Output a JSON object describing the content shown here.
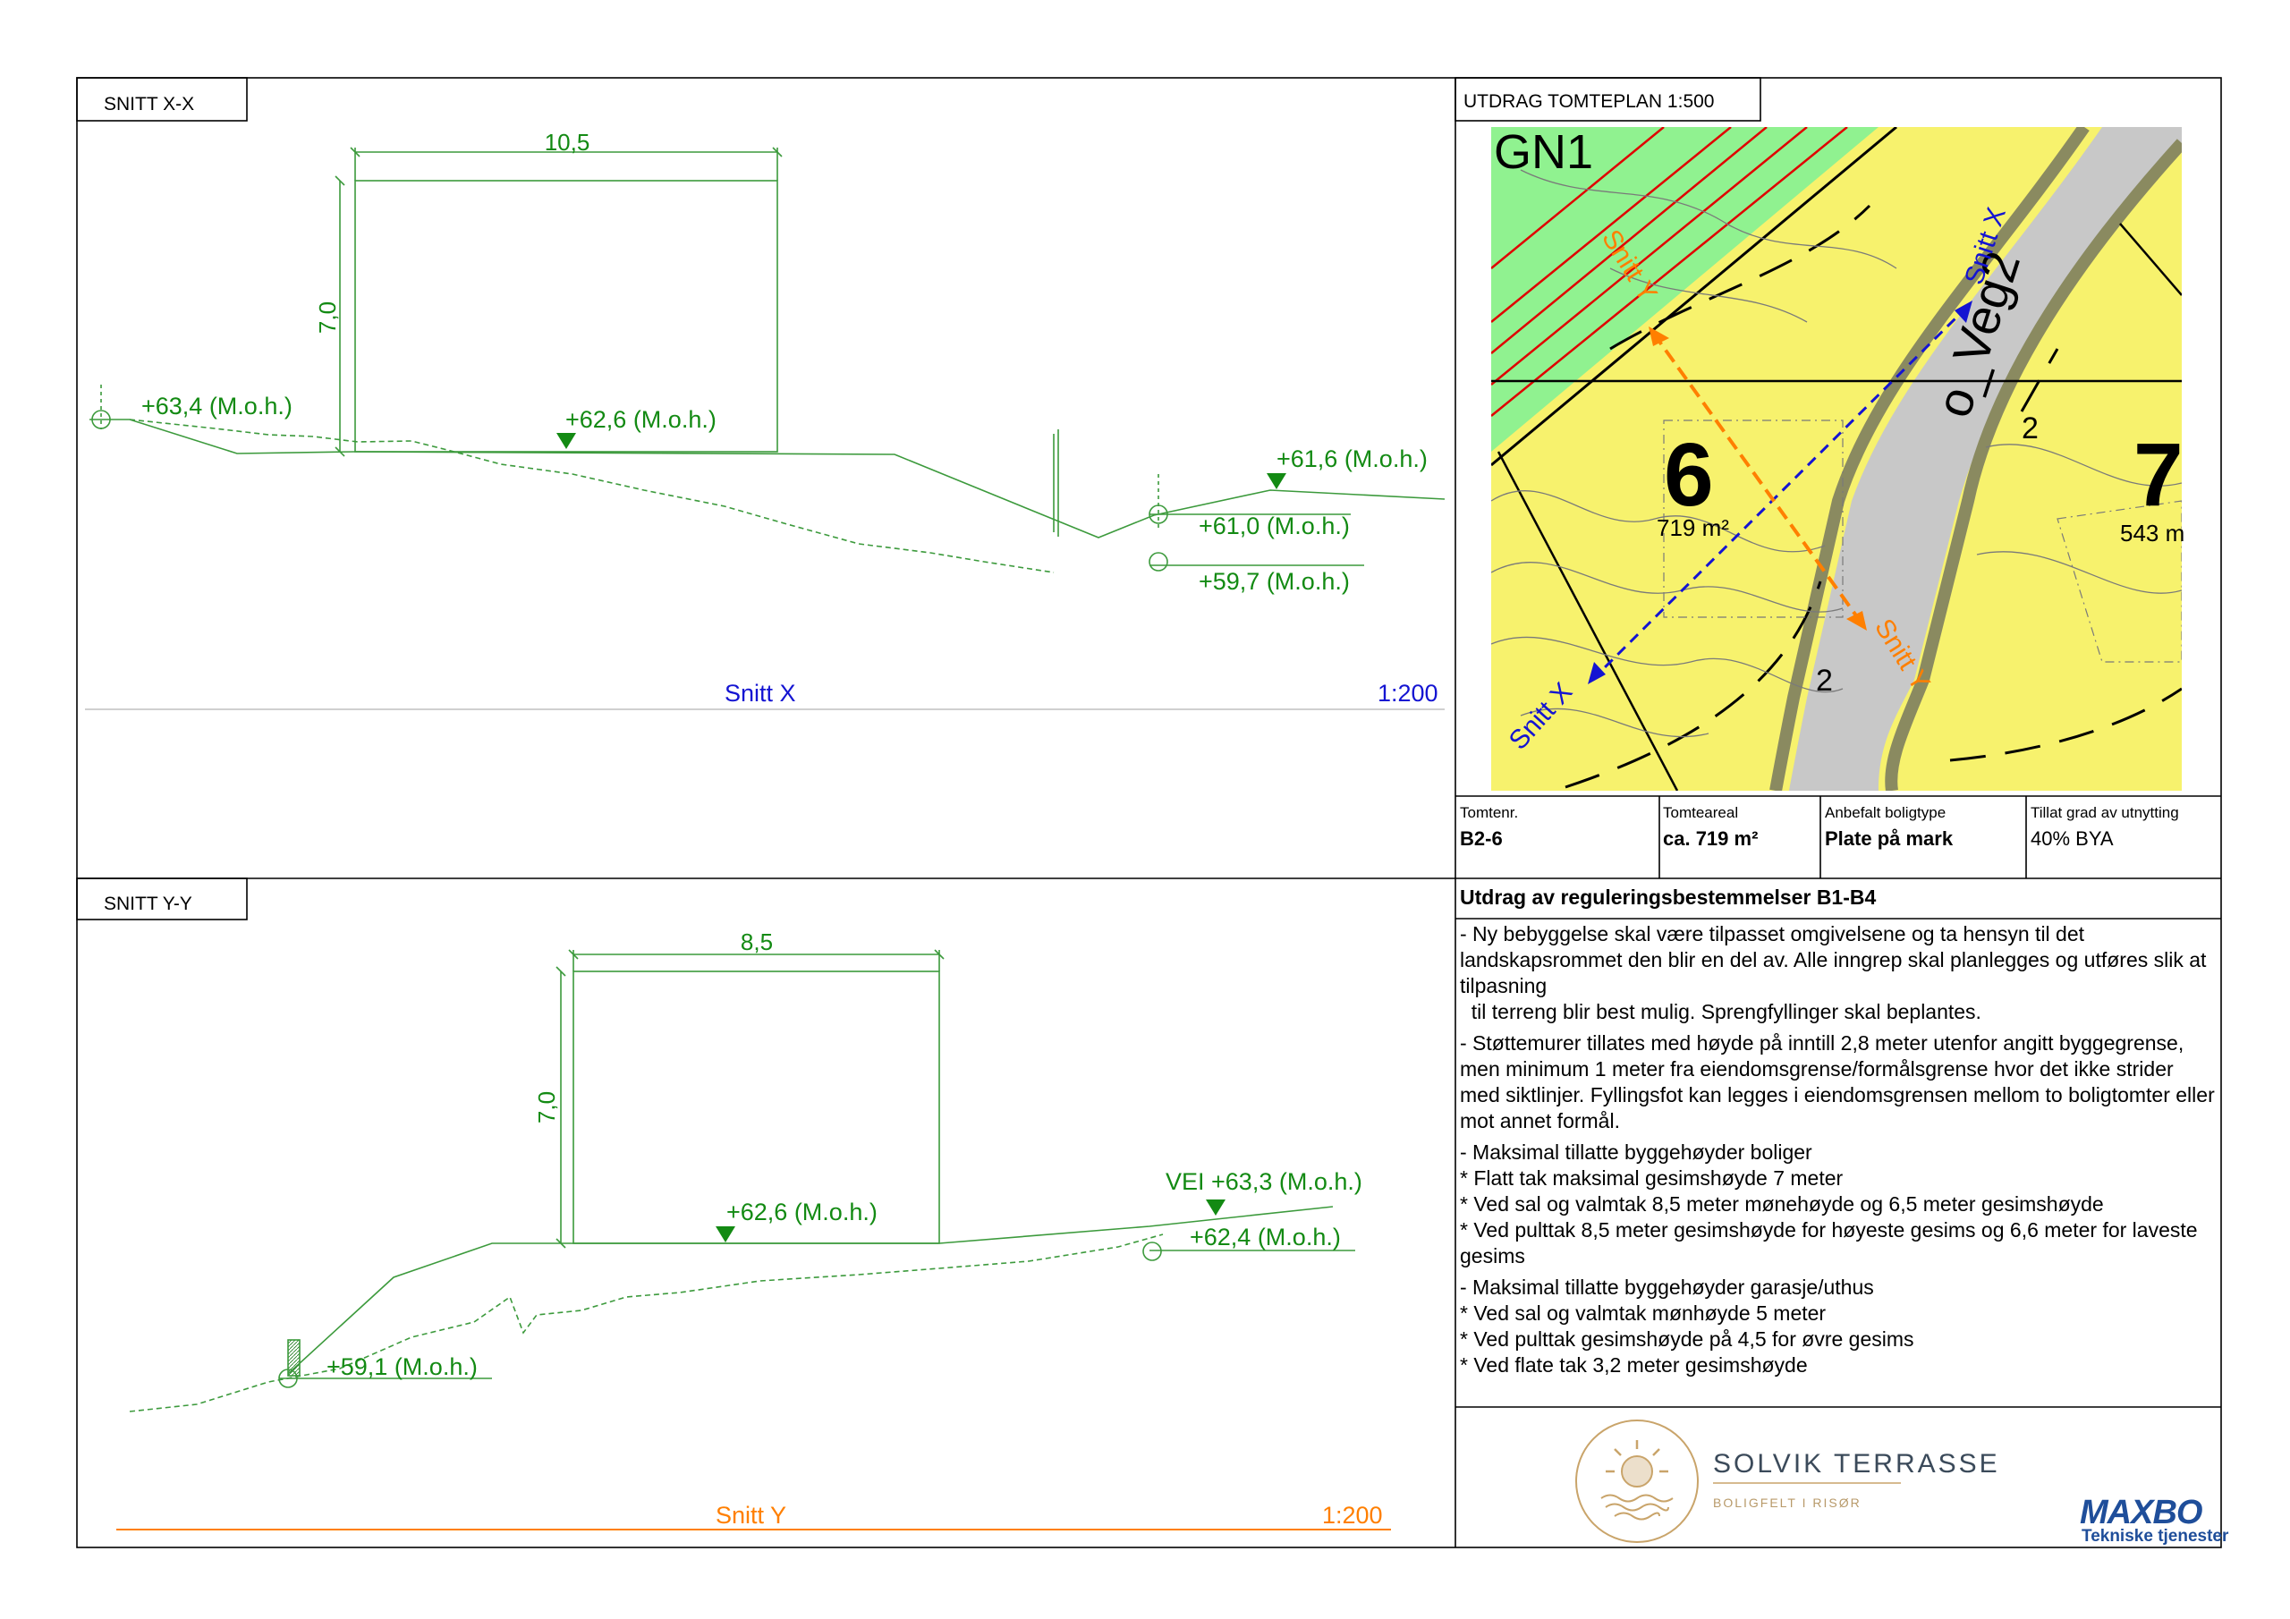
{
  "section_x": {
    "title": "SNITT X-X",
    "dim_width": "10,5",
    "dim_height": "7,0",
    "levels": {
      "left": "+63,4 (M.o.h.)",
      "floor": "+62,6 (M.o.h.)",
      "right_top": "+61,6 (M.o.h.)",
      "road": "+61,0 (M.o.h.)",
      "low": "+59,7 (M.o.h.)"
    },
    "caption": "Snitt X",
    "scale": "1:200"
  },
  "section_y": {
    "title": "SNITT Y-Y",
    "dim_width": "8,5",
    "dim_height": "7,0",
    "levels": {
      "floor": "+62,6 (M.o.h.)",
      "vei": "VEI +63,3 (M.o.h.)",
      "right_low": "+62,4 (M.o.h.)",
      "left_low": "+59,1 (M.o.h.)"
    },
    "caption": "Snitt Y",
    "scale": "1:200"
  },
  "plan": {
    "title": "UTDRAG TOMTEPLAN 1:500",
    "zone_label": "GN1",
    "lot_6_number": "6",
    "lot_6_area": "719 m²",
    "lot_7_number": "7",
    "lot_7_area": "543 m",
    "road_label": "o_Veg2",
    "snitt_x_label": "Snitt X",
    "snitt_y_label": "Snitt Y",
    "marker_2": "2",
    "colors": {
      "residential": "#f7f26d",
      "green_zone": "#90f290",
      "road": "#c8c8c8",
      "snitt_x": "#1414d2",
      "snitt_y": "#ff7f00"
    }
  },
  "title_block": {
    "tomtenr_label": "Tomtenr.",
    "tomtenr_value": "B2-6",
    "tomteareal_label": "Tomteareal",
    "tomteareal_value": "ca. 719 m²",
    "boligtype_label": "Anbefalt boligtype",
    "boligtype_value": "Plate på mark",
    "utnytting_label": "Tillat grad av utnytting",
    "utnytting_value": "40% BYA"
  },
  "regulations": {
    "title": "Utdrag av reguleringsbestemmelser B1-B4",
    "paragraphs": [
      "- Ny bebyggelse skal være tilpasset omgivelsene og ta hensyn til det landskapsrommet den blir en del av. Alle inngrep skal planlegges og utføres slik at tilpasning\n  til terreng blir best mulig. Sprengfyllinger skal beplantes.",
      "- Støttemurer tillates med høyde på inntill 2,8 meter utenfor angitt byggegrense, men minimum 1 meter fra eiendomsgrense/formålsgrense hvor det ikke strider\nmed siktlinjer. Fyllingsfot kan legges i eiendomsgrensen mellom to boligtomter eller mot annet formål.",
      "- Maksimal tillatte byggehøyder boliger\n* Flatt tak maksimal gesimshøyde 7 meter\n* Ved sal og valmtak 8,5 meter mønehøyde og 6,5 meter gesimshøyde\n* Ved pulttak 8,5 meter gesimshøyde for høyeste gesims og 6,6 meter for laveste gesims",
      "- Maksimal tillatte byggehøyder garasje/uthus\n* Ved sal og valmtak mønhøyde 5 meter\n* Ved pulttak gesimshøyde på 4,5 for øvre gesims\n* Ved flate tak 3,2 meter gesimshøyde"
    ]
  },
  "logos": {
    "solvik_name": "SOLVIK TERRASSE",
    "solvik_sub": "BOLIGFELT I RISØR",
    "maxbo_name": "MAXBO",
    "maxbo_sub": "Tekniske tjenester"
  }
}
